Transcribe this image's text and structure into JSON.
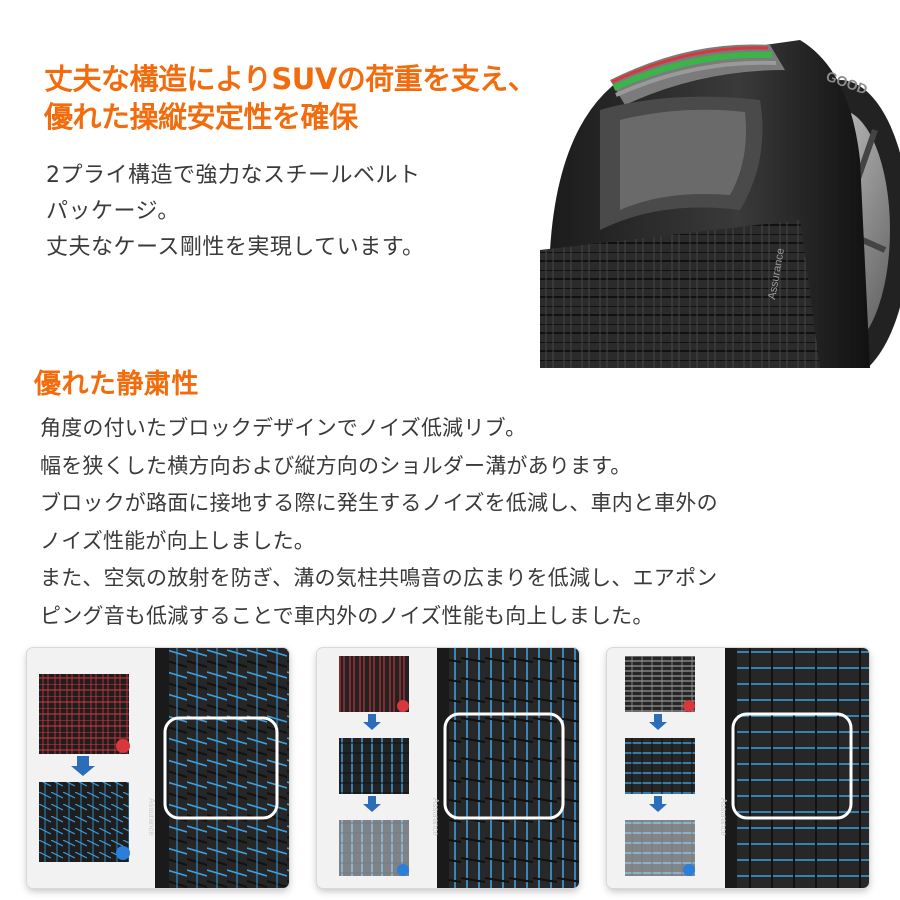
{
  "colors": {
    "accent": "#f26c0d",
    "text": "#3a3a3a",
    "blue_groove": "#3aa0e0",
    "red_groove": "#d9363e"
  },
  "section1": {
    "headline_lines": [
      "丈夫な構造によりSUVの荷重を支え、",
      "優れた操縦安定性を確保"
    ],
    "body_lines": [
      "2プライ構造で強力なスチールベルト",
      "パッケージ。",
      "丈夫なケース剛性を実現しています。"
    ]
  },
  "hero_image": {
    "brand_text": "GOOD",
    "sidewall_text": "Assurance"
  },
  "section2": {
    "title": "優れた静粛性",
    "body_lines": [
      "角度の付いたブロックデザインでノイズ低減リブ。",
      "幅を狭くした横方向および縦方向のショルダー溝があります。",
      "ブロックが路面に接地する際に発生するノイズを低減し、車内と車外の",
      "ノイズ性能が向上しました。",
      "また、空気の放射を防ぎ、溝の気柱共鳴音の広まりを低減し、エアポン",
      "ピング音も低減することで車内外のノイズ性能も向上しました。"
    ]
  },
  "panels": [
    {
      "sidewall_text": "Assurance",
      "icons": [
        "speaker-loud-icon",
        "speaker-quiet-icon"
      ]
    },
    {
      "sidewall_text": "Assurance",
      "icons": [
        "speaker-loud-icon",
        "speaker-quiet-icon"
      ]
    },
    {
      "sidewall_text": "Assurance",
      "icons": [
        "speaker-loud-icon",
        "speaker-quiet-icon"
      ]
    }
  ]
}
